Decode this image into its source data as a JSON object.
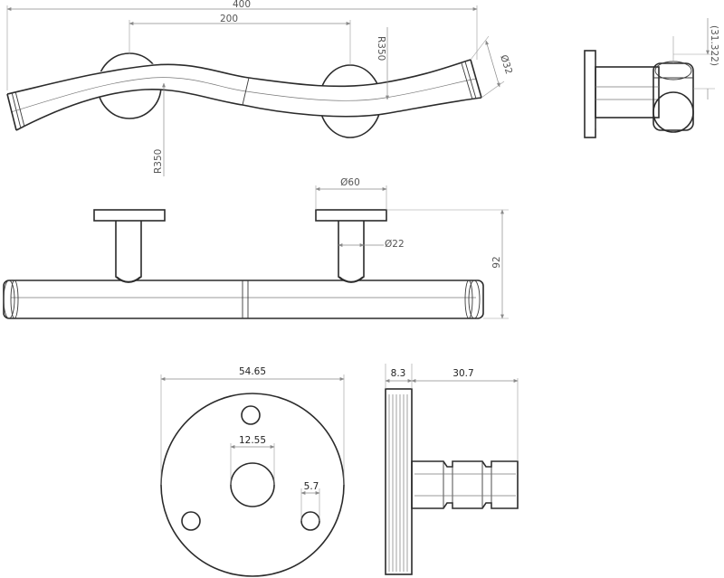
{
  "top_view": {
    "overall_length": "400",
    "post_spacing": "200",
    "radius_upper": "R350",
    "radius_lower": "R350",
    "tube_diameter": "Ø32"
  },
  "side_view": {
    "projection": "(31.322)"
  },
  "front_view": {
    "flange_diameter": "Ø60",
    "post_diameter": "Ø22",
    "height": "92"
  },
  "flange_view": {
    "flange_width": "54.65",
    "center_hole": "12.55",
    "screw_hole": "5.7"
  },
  "bracket_view": {
    "flange_thickness": "8.3",
    "bracket_length": "30.7"
  }
}
